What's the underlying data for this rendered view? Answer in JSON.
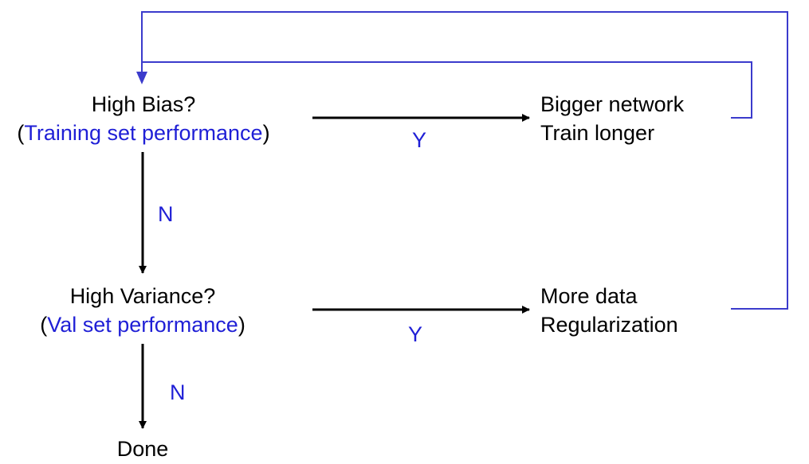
{
  "nodes": {
    "high_bias": {
      "question": "High Bias?",
      "detail_open": "(",
      "detail": "Training set performance",
      "detail_close": ")"
    },
    "bias_fix": {
      "line1": "Bigger network",
      "line2": "Train longer"
    },
    "high_variance": {
      "question": "High Variance?",
      "detail_open": "(",
      "detail": "Val set performance",
      "detail_close": ")"
    },
    "variance_fix": {
      "line1": "More data",
      "line2": "Regularization"
    },
    "done": {
      "label": "Done"
    }
  },
  "edges": {
    "bias_yes": "Y",
    "bias_no": "N",
    "variance_yes": "Y",
    "variance_no": "N"
  },
  "colors": {
    "arrow": "#000000",
    "loop": "#3b3bcc",
    "accent_text": "#1f1fd6"
  }
}
